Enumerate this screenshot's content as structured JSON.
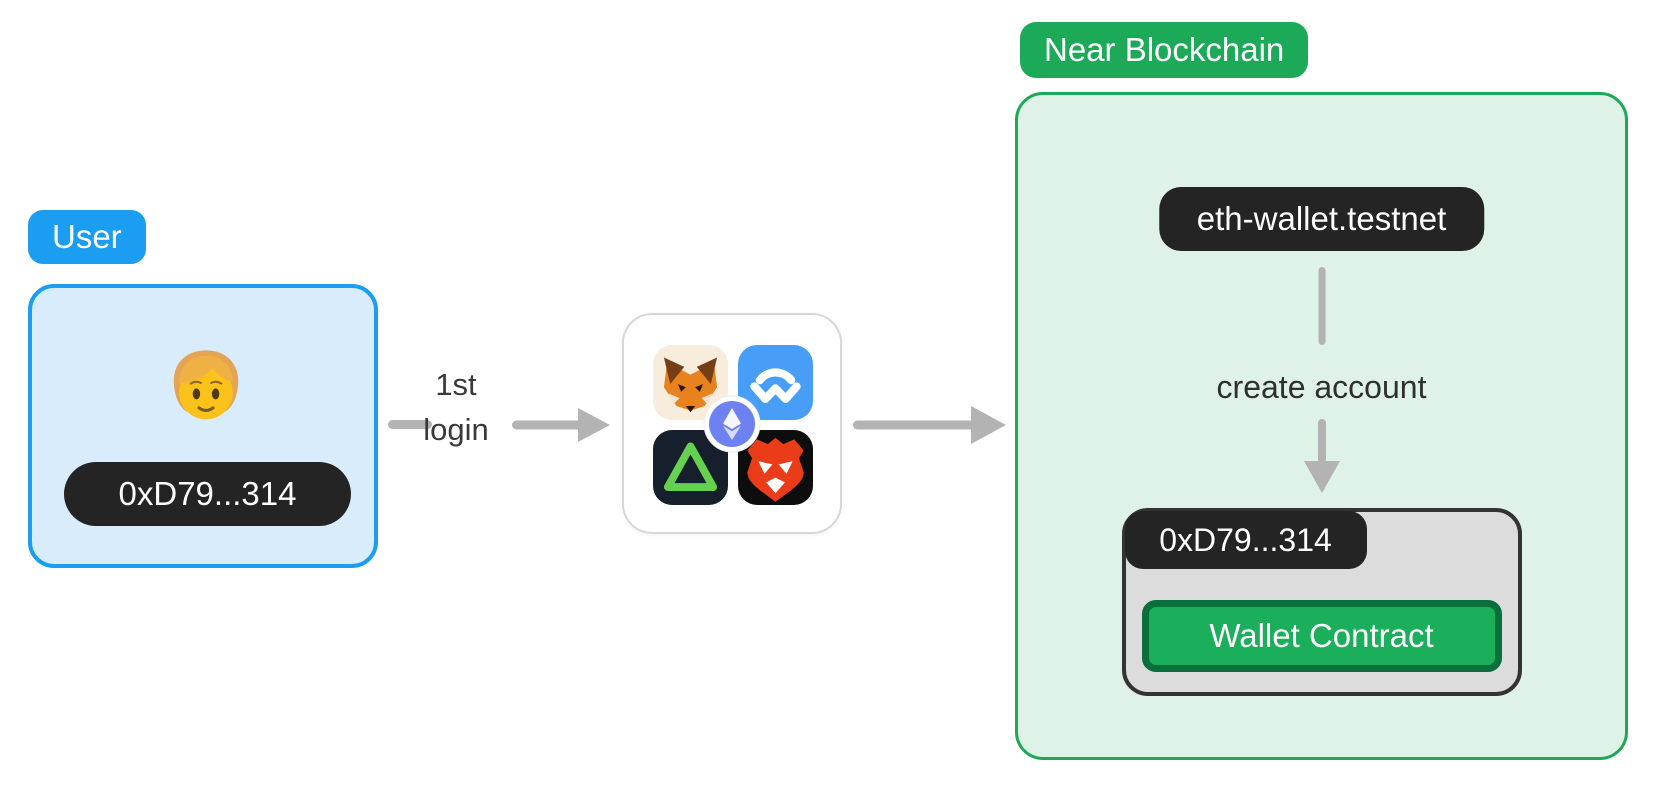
{
  "diagram": {
    "user": {
      "badge_label": "User",
      "address": "0xD79...314",
      "icon": "person-icon"
    },
    "login_arrow": {
      "label_line1": "1st",
      "label_line2": "login"
    },
    "wallet_card": {
      "icons": [
        {
          "name": "metamask-icon"
        },
        {
          "name": "walletconnect-icon"
        },
        {
          "name": "aurora-icon"
        },
        {
          "name": "brave-icon"
        }
      ],
      "center_icon": "ethereum-icon"
    },
    "near": {
      "badge_label": "Near Blockchain",
      "account_name": "eth-wallet.testnet",
      "edge_label": "create account",
      "address": "0xD79...314",
      "contract_label": "Wallet Contract"
    },
    "colors": {
      "user_accent": "#1b9df2",
      "user_fill": "#d9ecfb",
      "near_accent": "#1caa59",
      "near_fill": "#dff2e7",
      "pill_dark": "#242424",
      "arrow_gray": "#b3b3b3",
      "account_fill": "#dcdcdc",
      "account_border": "#333333",
      "contract_fill": "#1bae5b",
      "contract_border": "#096f3b"
    }
  }
}
